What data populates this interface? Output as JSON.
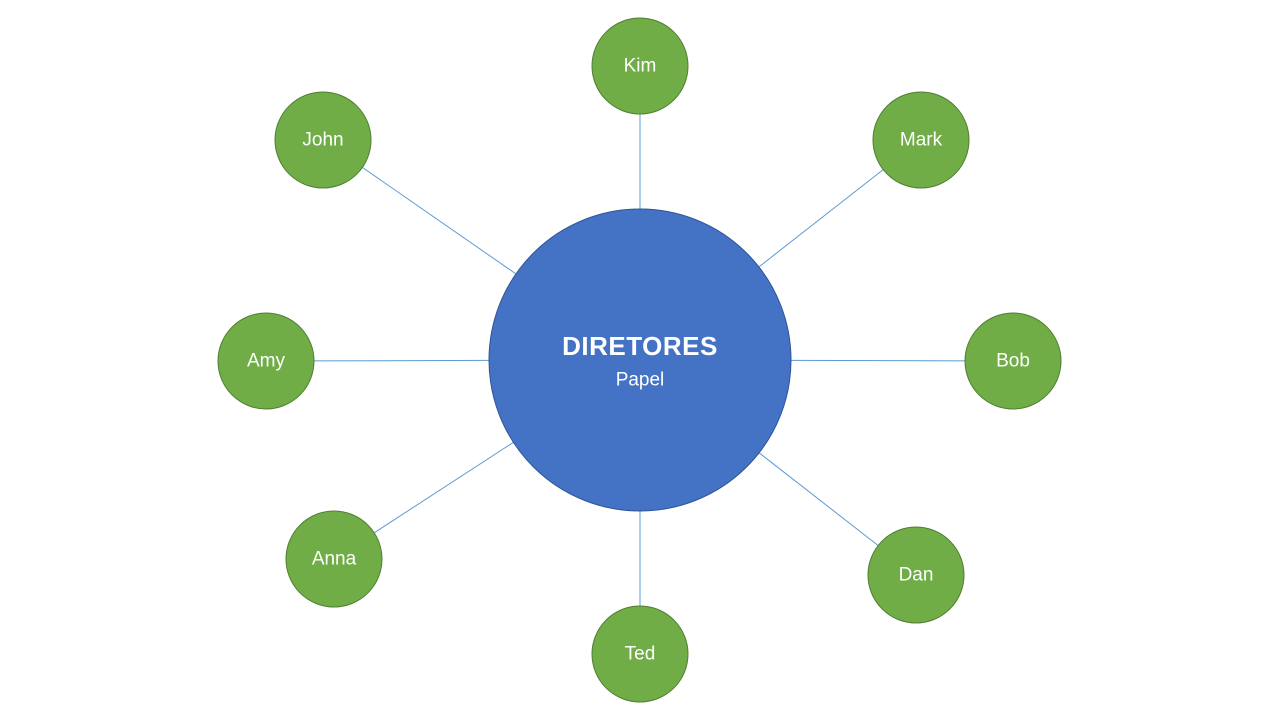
{
  "center": {
    "title": "DIRETORES",
    "subtitle": "Papel"
  },
  "colors": {
    "center_fill": "#4472c4",
    "node_fill": "#70ad47",
    "connector": "#5b9bd5",
    "text": "#ffffff"
  },
  "nodes": [
    {
      "id": "kim",
      "label": "Kim"
    },
    {
      "id": "mark",
      "label": "Mark"
    },
    {
      "id": "bob",
      "label": "Bob"
    },
    {
      "id": "dan",
      "label": "Dan"
    },
    {
      "id": "ted",
      "label": "Ted"
    },
    {
      "id": "anna",
      "label": "Anna"
    },
    {
      "id": "amy",
      "label": "Amy"
    },
    {
      "id": "john",
      "label": "John"
    }
  ]
}
